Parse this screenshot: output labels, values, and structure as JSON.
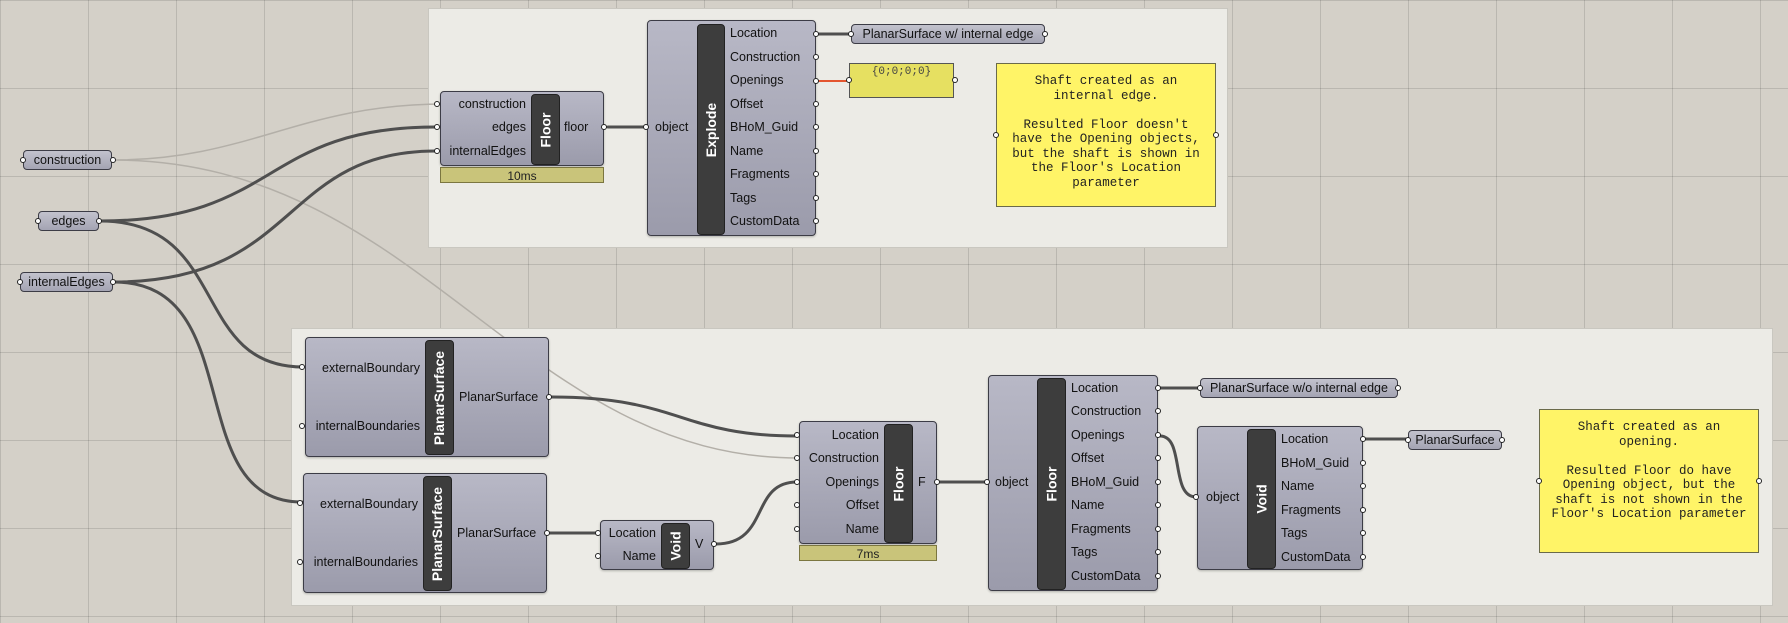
{
  "params": {
    "construction": "construction",
    "edges": "edges",
    "internal_edges": "internalEdges",
    "out_internal_edge": "PlanarSurface w/ internal edge",
    "out_no_internal_edge": "PlanarSurface w/o internal edge",
    "out_planar": "PlanarSurface"
  },
  "floor_top": {
    "name": "Floor",
    "inputs": [
      "construction",
      "edges",
      "internalEdges"
    ],
    "output": "floor",
    "time": "10ms"
  },
  "explode_top": {
    "name": "Explode",
    "input": "object",
    "outputs": [
      "Location",
      "Construction",
      "Openings",
      "Offset",
      "BHoM_Guid",
      "Name",
      "Fragments",
      "Tags",
      "CustomData"
    ]
  },
  "openings_value": "{0;0;0;0}",
  "note_top": "Shaft created as an\ninternal edge.\n\nResulted Floor doesn't\nhave the Opening objects,\nbut the shaft is shown in\nthe Floor's Location\nparameter",
  "planar1": {
    "name": "PlanarSurface",
    "inputs": [
      "externalBoundary",
      "internalBoundaries"
    ],
    "output": "PlanarSurface"
  },
  "planar2": {
    "name": "PlanarSurface",
    "inputs": [
      "externalBoundary",
      "internalBoundaries"
    ],
    "output": "PlanarSurface"
  },
  "void1": {
    "name": "Void",
    "inputs": [
      "Location",
      "Name"
    ],
    "output": "V"
  },
  "floor_bottom": {
    "name": "Floor",
    "inputs": [
      "Location",
      "Construction",
      "Openings",
      "Offset",
      "Name"
    ],
    "output": "F",
    "time": "7ms"
  },
  "explode_bottom": {
    "name": "Floor",
    "input": "object",
    "outputs": [
      "Location",
      "Construction",
      "Openings",
      "Offset",
      "BHoM_Guid",
      "Name",
      "Fragments",
      "Tags",
      "CustomData"
    ]
  },
  "void2": {
    "name": "Void",
    "input": "object",
    "outputs": [
      "Location",
      "BHoM_Guid",
      "Name",
      "Fragments",
      "Tags",
      "CustomData"
    ]
  },
  "note_bottom": "Shaft created as an\nopening.\n\nResulted Floor do have\nOpening object, but the\nshaft is not shown in the\nFloor's Location parameter",
  "colors": {
    "canvas": "#d4d0c8",
    "group": "#ecebe6",
    "component": "#a9a9b8",
    "panel": "#fff467",
    "active_wire": "#e4552f",
    "wire": "#4f4f4f",
    "faint_wire": "#b3afa8"
  }
}
